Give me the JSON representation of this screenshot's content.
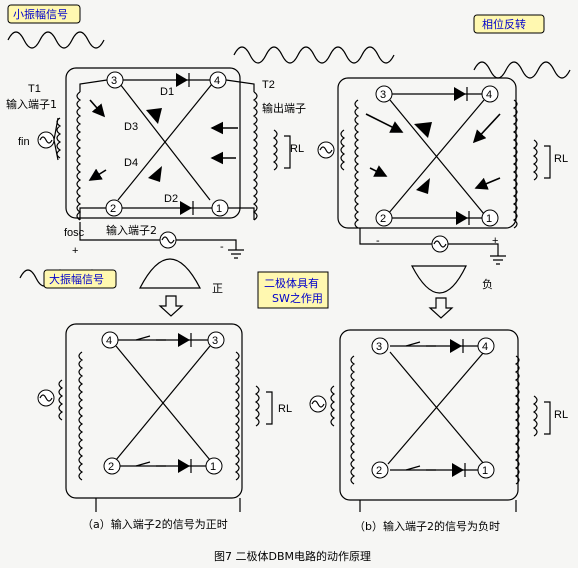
{
  "tags": {
    "small_signal": "小振幅信号",
    "phase_reverse": "相位反转",
    "large_signal": "大振幅信号"
  },
  "center_note": [
    "二极体具有",
    "SW之作用"
  ],
  "labels": {
    "T1": "T1",
    "T2": "T2",
    "input1": "输入端子1",
    "input2": "输入端子2",
    "output": "输出端子",
    "fin": "fin",
    "fosc": "fosc",
    "RL": "RL",
    "D1": "D1",
    "D2": "D2",
    "D3": "D3",
    "D4": "D4",
    "plus": "+",
    "minus": "-",
    "positive": "正",
    "negative": "负"
  },
  "nodes": [
    "1",
    "2",
    "3",
    "4"
  ],
  "captions": {
    "a": "（a）输入端子2的信号为正时",
    "b": "（b）输入端子2的信号为负时",
    "figure": "图7  二极体DBM电路的动作原理"
  }
}
